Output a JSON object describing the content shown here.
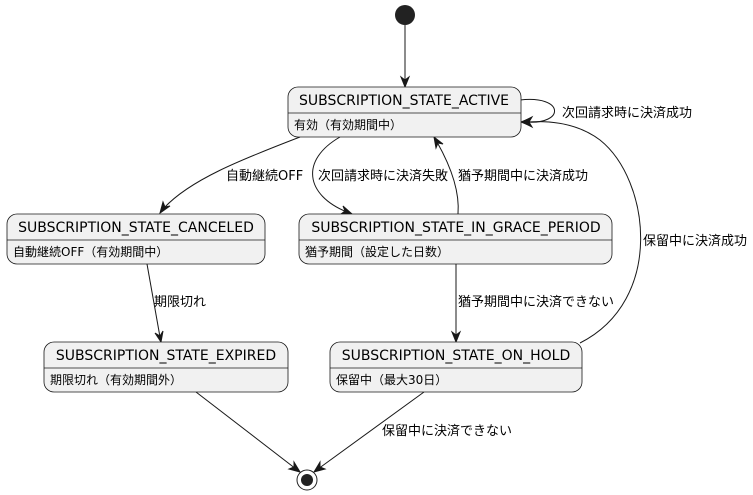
{
  "states": {
    "active": {
      "name": "SUBSCRIPTION_STATE_ACTIVE",
      "desc": "有効（有効期間中）"
    },
    "canceled": {
      "name": "SUBSCRIPTION_STATE_CANCELED",
      "desc": "自動継続OFF（有効期間中）"
    },
    "grace": {
      "name": "SUBSCRIPTION_STATE_IN_GRACE_PERIOD",
      "desc": "猶予期間（設定した日数）"
    },
    "expired": {
      "name": "SUBSCRIPTION_STATE_EXPIRED",
      "desc": "期限切れ（有効期間外）"
    },
    "onhold": {
      "name": "SUBSCRIPTION_STATE_ON_HOLD",
      "desc": "保留中（最大30日）"
    }
  },
  "transitions": {
    "active_self": "次回請求時に決済成功",
    "active_canceled": "自動継続OFF",
    "active_grace": "次回請求時に決済失敗",
    "grace_active": "猶予期間中に決済成功",
    "onhold_active": "保留中に決済成功",
    "canceled_expired": "期限切れ",
    "grace_onhold": "猶予期間中に決済できない",
    "onhold_end": "保留中に決済できない"
  },
  "colors": {
    "state_fill": "#f1f1f1",
    "line": "#181818",
    "pseudo": "#222222"
  }
}
